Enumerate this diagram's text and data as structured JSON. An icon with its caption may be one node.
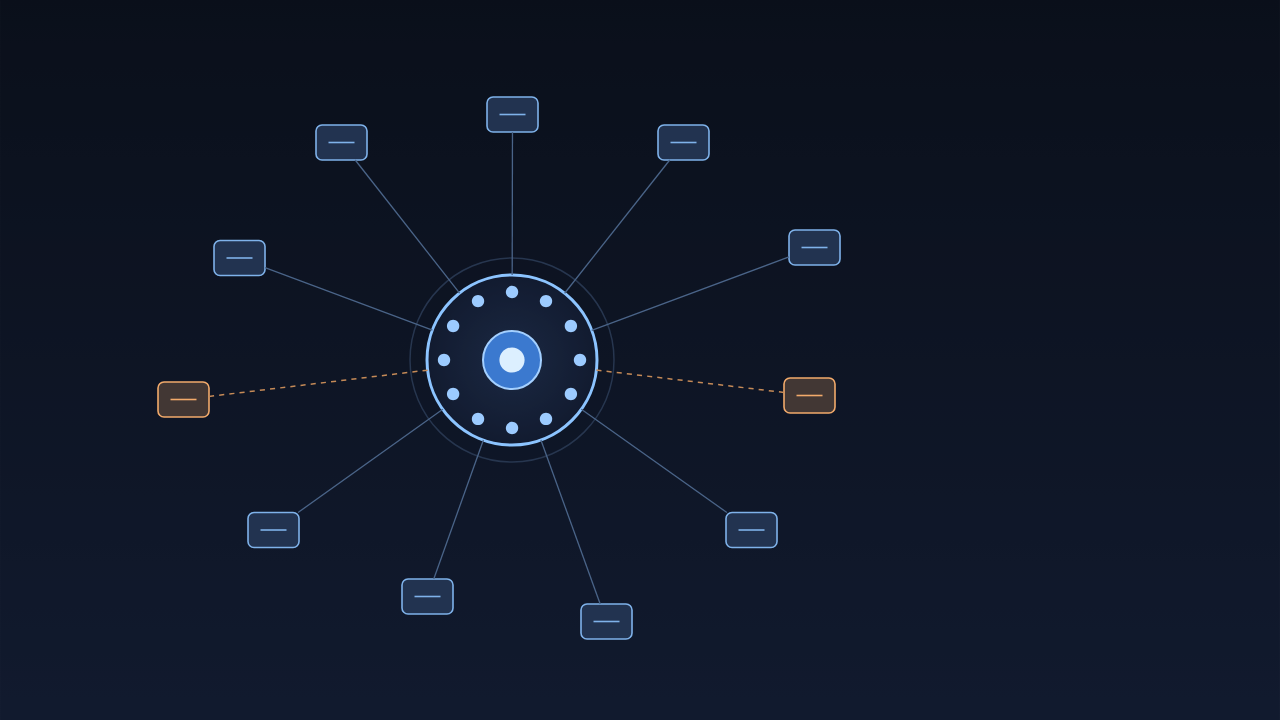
{
  "diagram": {
    "nodes": [
      {
        "text": [],
        "shape": "box"
      },
      {
        "text": [],
        "shape": "box"
      },
      {
        "text": [],
        "shape": "box"
      },
      {
        "text": [],
        "shape": "box"
      },
      {
        "text": [],
        "shape": "box"
      },
      {
        "text": [],
        "shape": "circle"
      },
      {
        "text": [],
        "shape": "box"
      },
      {
        "text": [],
        "shape": "box"
      },
      {
        "text": [],
        "shape": "box"
      },
      {
        "text": [],
        "shape": "box"
      },
      {
        "text": [],
        "shape": "box"
      },
      {
        "text": [],
        "shape": "box"
      }
    ],
    "edges": [
      {
        "from": 5,
        "to": 0,
        "arrow": "none"
      },
      {
        "from": 5,
        "to": 1,
        "arrow": "none"
      },
      {
        "from": 5,
        "to": 2,
        "arrow": "none"
      },
      {
        "from": 5,
        "to": 3,
        "arrow": "none"
      },
      {
        "from": 5,
        "to": 4,
        "arrow": "none"
      },
      {
        "from": 5,
        "to": 6,
        "arrow": "none",
        "style": "dashed",
        "color": "#c58a57"
      },
      {
        "from": 5,
        "to": 7,
        "arrow": "none",
        "style": "dashed",
        "color": "#c58a57"
      },
      {
        "from": 5,
        "to": 8,
        "arrow": "none"
      },
      {
        "from": 5,
        "to": 9,
        "arrow": "none"
      },
      {
        "from": 5,
        "to": 10,
        "arrow": "none"
      },
      {
        "from": 5,
        "to": 11,
        "arrow": "none"
      }
    ]
  }
}
